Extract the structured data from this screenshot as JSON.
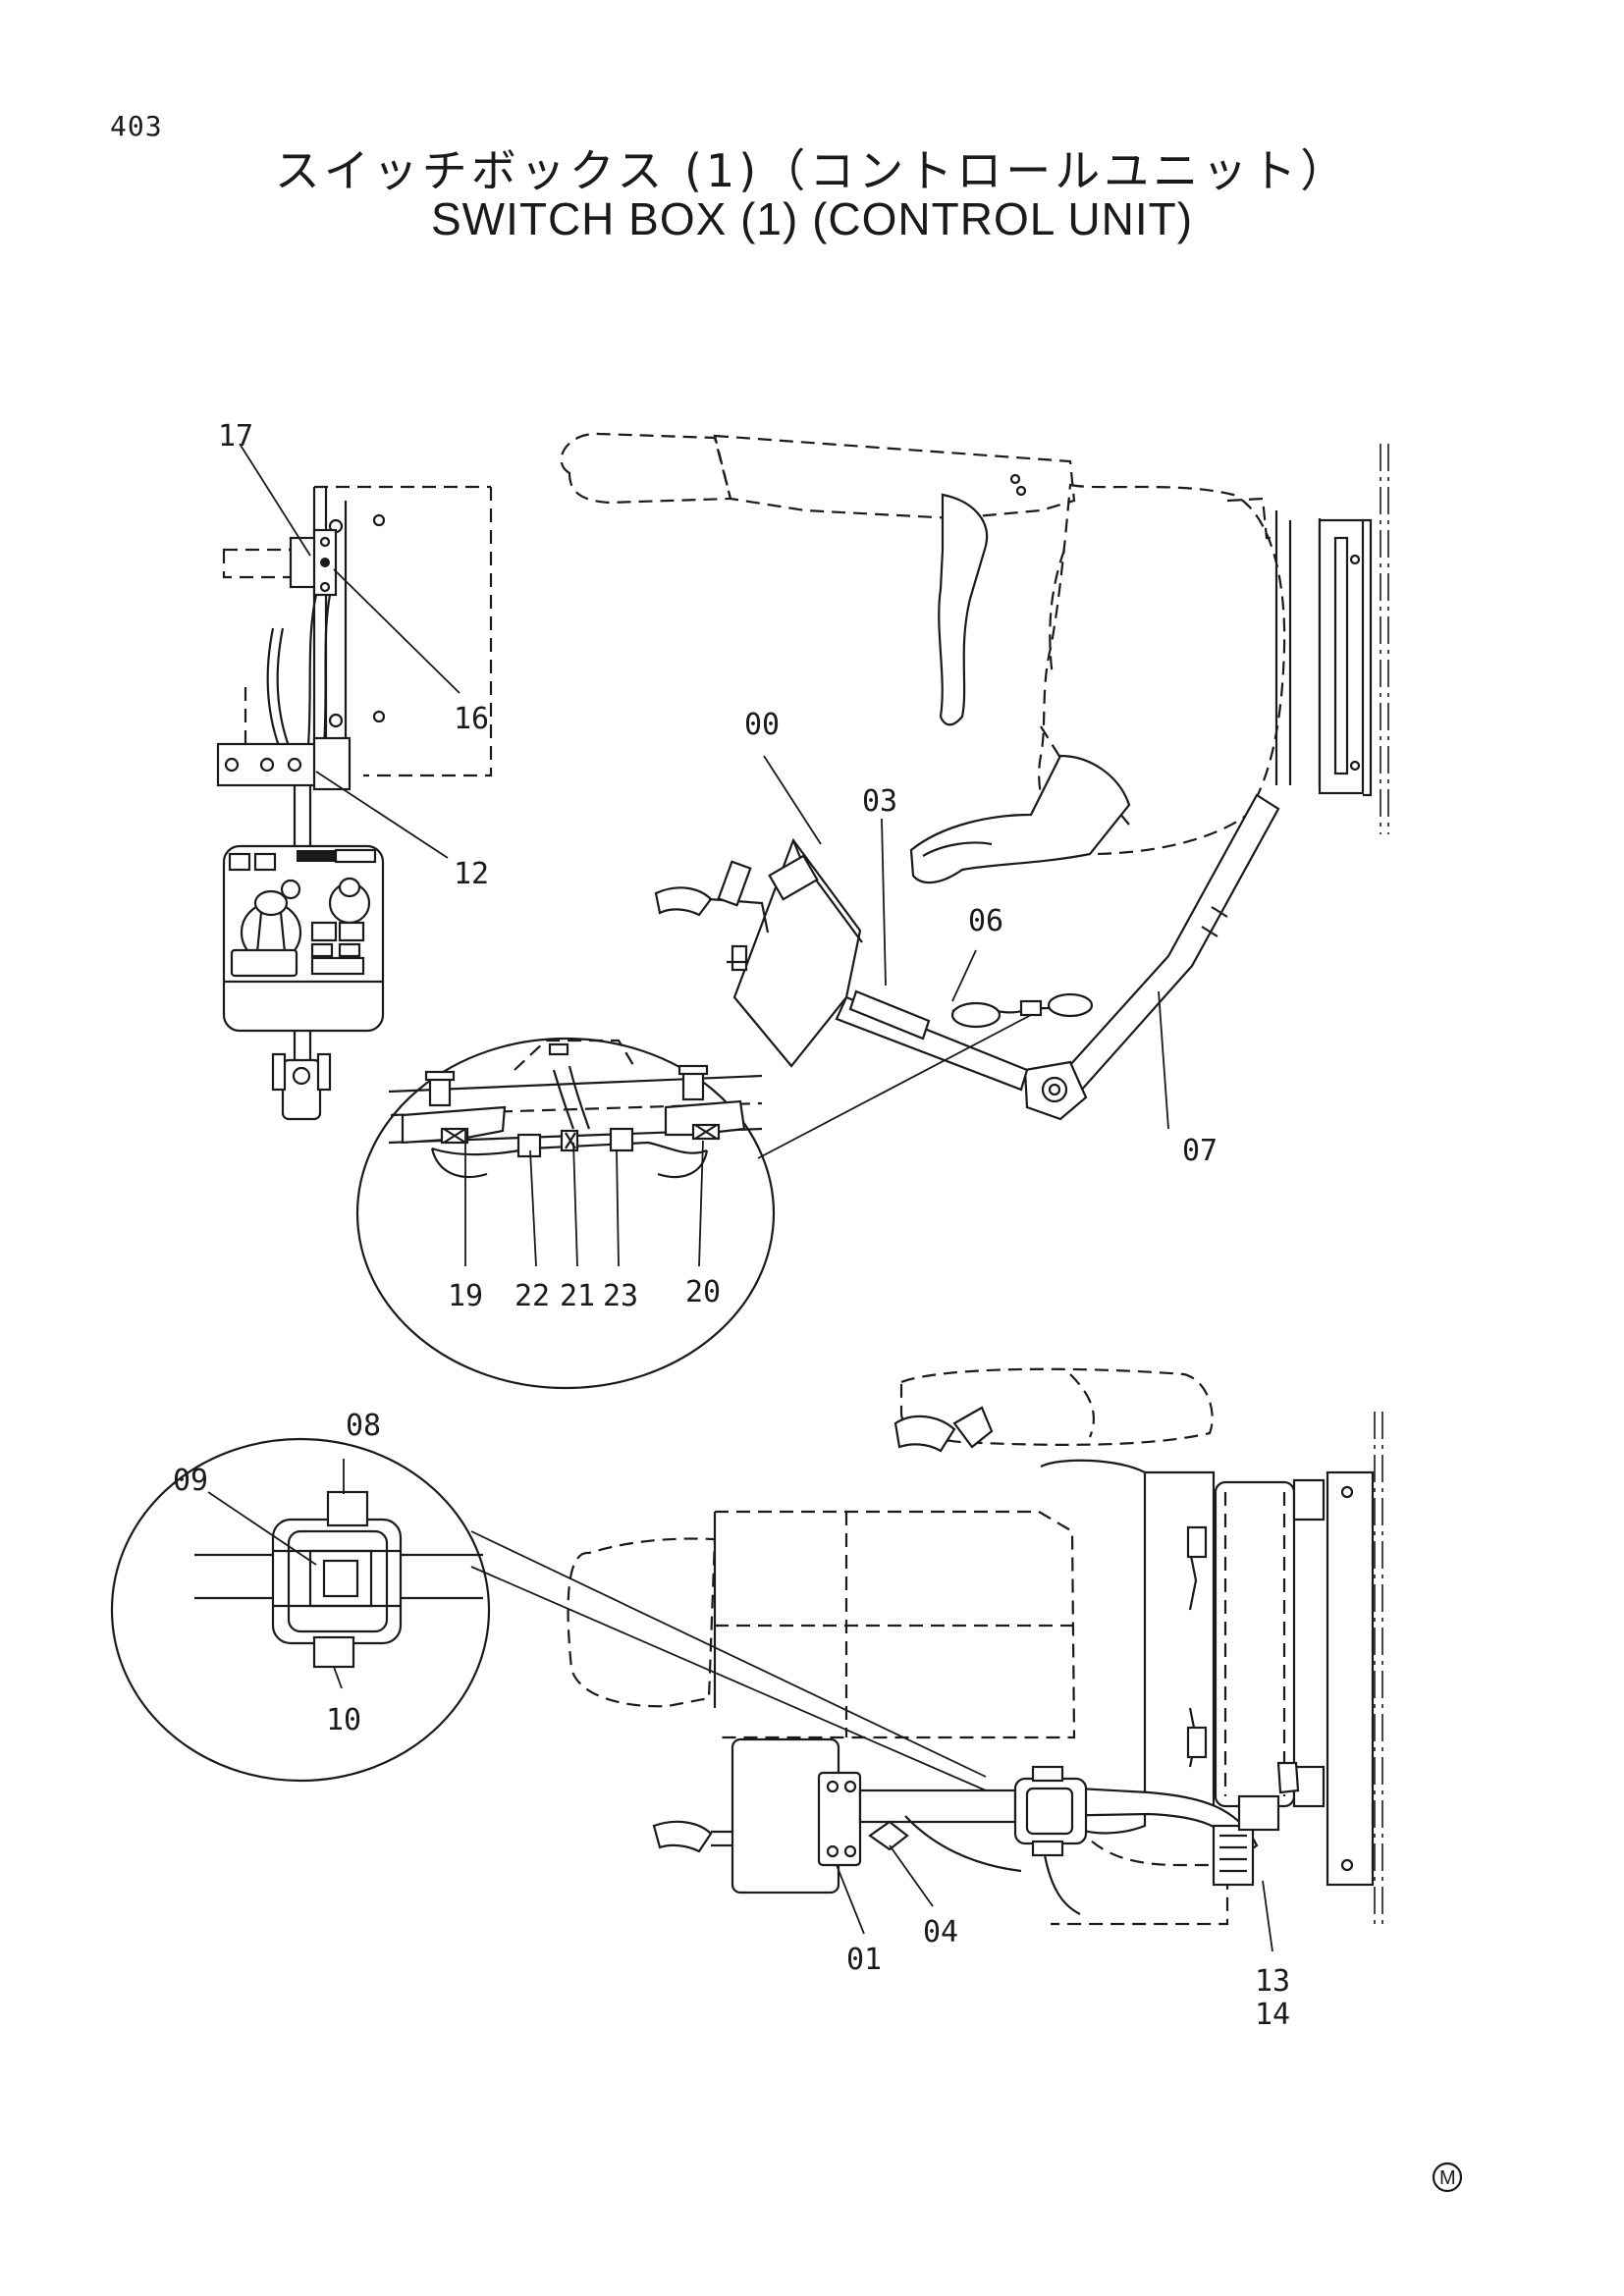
{
  "page_number": "403",
  "title": {
    "japanese": "スイッチボックス (1)（コントロールユニット）",
    "english": "SWITCH BOX (1) (CONTROL UNIT)"
  },
  "part_labels": {
    "p00": "00",
    "p01": "01",
    "p03": "03",
    "p04": "04",
    "p06": "06",
    "p07": "07",
    "p08": "08",
    "p09": "09",
    "p10": "10",
    "p12": "12",
    "p13": "13",
    "p14": "14",
    "p16": "16",
    "p17": "17",
    "p19": "19",
    "p20": "20",
    "p21": "21",
    "p22": "22",
    "p23": "23"
  },
  "corner_mark": "M"
}
